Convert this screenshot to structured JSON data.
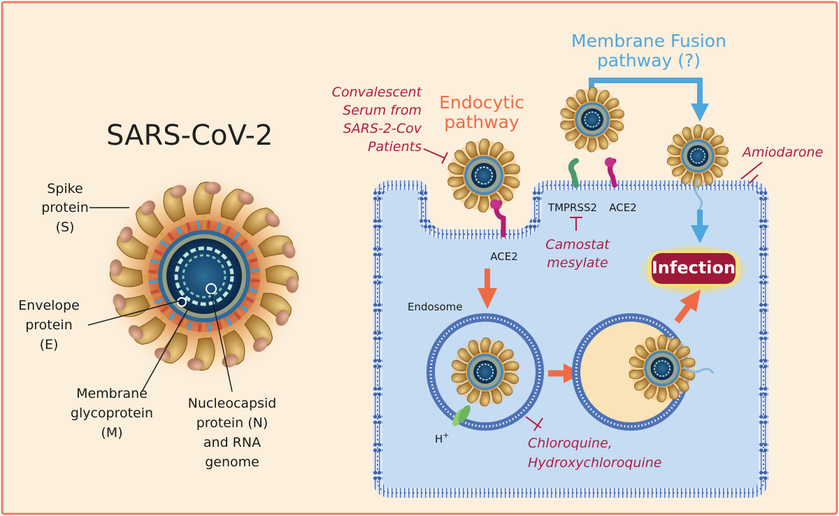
{
  "title": "SARS-CoV-2",
  "virion_labels": {
    "spike": [
      "Spike",
      "protein",
      "(S)"
    ],
    "envelope": [
      "Envelope",
      "protein",
      "(E)"
    ],
    "membrane": [
      "Membrane",
      "glycoprotein",
      "(M)"
    ],
    "nucleocapsid": [
      "Nucleocapsid",
      "protein (N)",
      "and RNA",
      "genome"
    ]
  },
  "pathways": {
    "endocytic": [
      "Endocytic",
      "pathway"
    ],
    "fusion": [
      "Membrane Fusion",
      "pathway (?)"
    ]
  },
  "inhibitors": {
    "serum": [
      "Convalescent",
      "Serum from",
      "SARS-2-Cov",
      "Patients"
    ],
    "camostat": [
      "Camostat",
      "mesylate"
    ],
    "amiodarone": "Amiodarone",
    "chloroquine": [
      "Chloroquine,",
      "Hydroxychloroquine"
    ]
  },
  "receptors": {
    "ace2_endocytic": "ACE2",
    "tmprss2": "TMPRSS2",
    "ace2_fusion": "ACE2"
  },
  "cell_labels": {
    "endosome": "Endosome",
    "proton": "H",
    "proton_charge": "+"
  },
  "infection": "Infection",
  "colors": {
    "frame": "#ee7868",
    "background": "#fcefdc",
    "cell_fill": "#c5dcf3",
    "membrane": "#4e72b5",
    "endocytic_arrow": "#ef6b45",
    "fusion_arrow": "#4fa6dd",
    "inhibitor": "#b01c45"
  }
}
